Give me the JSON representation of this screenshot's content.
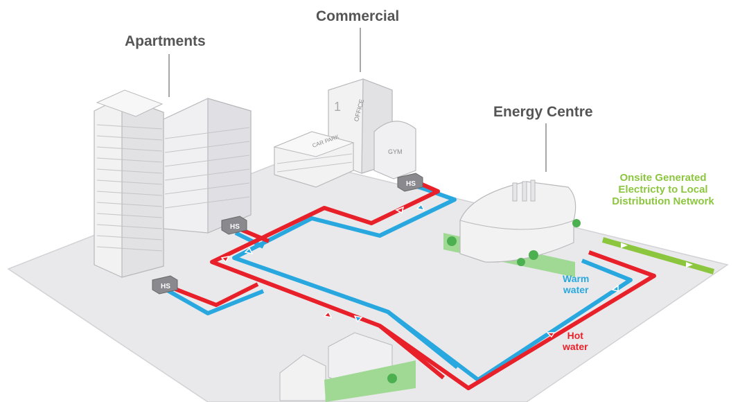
{
  "labels": {
    "apartments": "Apartments",
    "commercial": "Commercial",
    "energy_centre": "Energy Centre",
    "onsite_line1": "Onsite Generated",
    "onsite_line2": "Electricty to Local",
    "onsite_line3": "Distribution Network",
    "warm_line1": "Warm",
    "warm_line2": "water",
    "hot_line1": "Hot",
    "hot_line2": "water"
  },
  "building_signs": {
    "car_park": "CAR PARK",
    "office": "OFFICE",
    "gym": "GYM",
    "office_number": "1"
  },
  "heat_station_label": "HS",
  "colors": {
    "hot_pipe": "#e8202a",
    "warm_pipe": "#29a8e0",
    "electric_line": "#8cc63f",
    "ground": "#e8e8ea",
    "building": "#f2f2f2",
    "greenery": "#6cbf5c"
  }
}
